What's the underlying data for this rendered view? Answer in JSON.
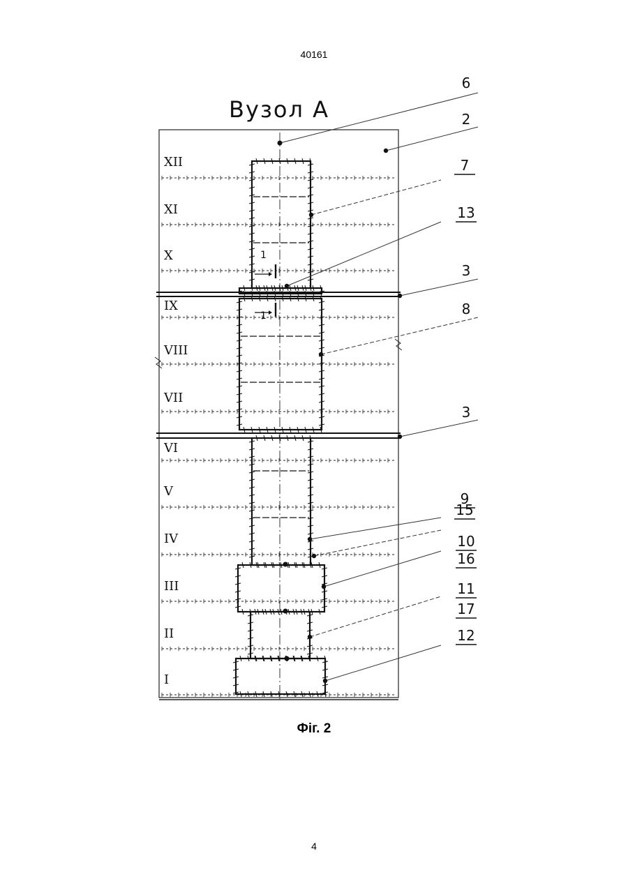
{
  "document_number": "40161",
  "page_number": "4",
  "caption": "Фіг. 2",
  "figure": {
    "title": "Вузол А",
    "level_labels": [
      "XII",
      "XI",
      "X",
      "IX",
      "VIII",
      "VII",
      "VI",
      "V",
      "IV",
      "III",
      "II",
      "I"
    ],
    "reference_numerals": [
      {
        "id": "6",
        "text": "6",
        "underlined": false
      },
      {
        "id": "2",
        "text": "2",
        "underlined": false
      },
      {
        "id": "7",
        "text": "7",
        "underlined": true
      },
      {
        "id": "13",
        "text": "13",
        "underlined": true
      },
      {
        "id": "3a",
        "text": "3",
        "underlined": false
      },
      {
        "id": "8",
        "text": "8",
        "underlined": false
      },
      {
        "id": "3b",
        "text": "3",
        "underlined": false
      },
      {
        "id": "9",
        "text": "9",
        "underlined": true
      },
      {
        "id": "15",
        "text": "15",
        "underlined": true
      },
      {
        "id": "10",
        "text": "10",
        "underlined": true
      },
      {
        "id": "16",
        "text": "16",
        "underlined": true
      },
      {
        "id": "11",
        "text": "11",
        "underlined": true
      },
      {
        "id": "17",
        "text": "17",
        "underlined": true
      },
      {
        "id": "12",
        "text": "12",
        "underlined": true
      }
    ],
    "section_mark": "1"
  }
}
